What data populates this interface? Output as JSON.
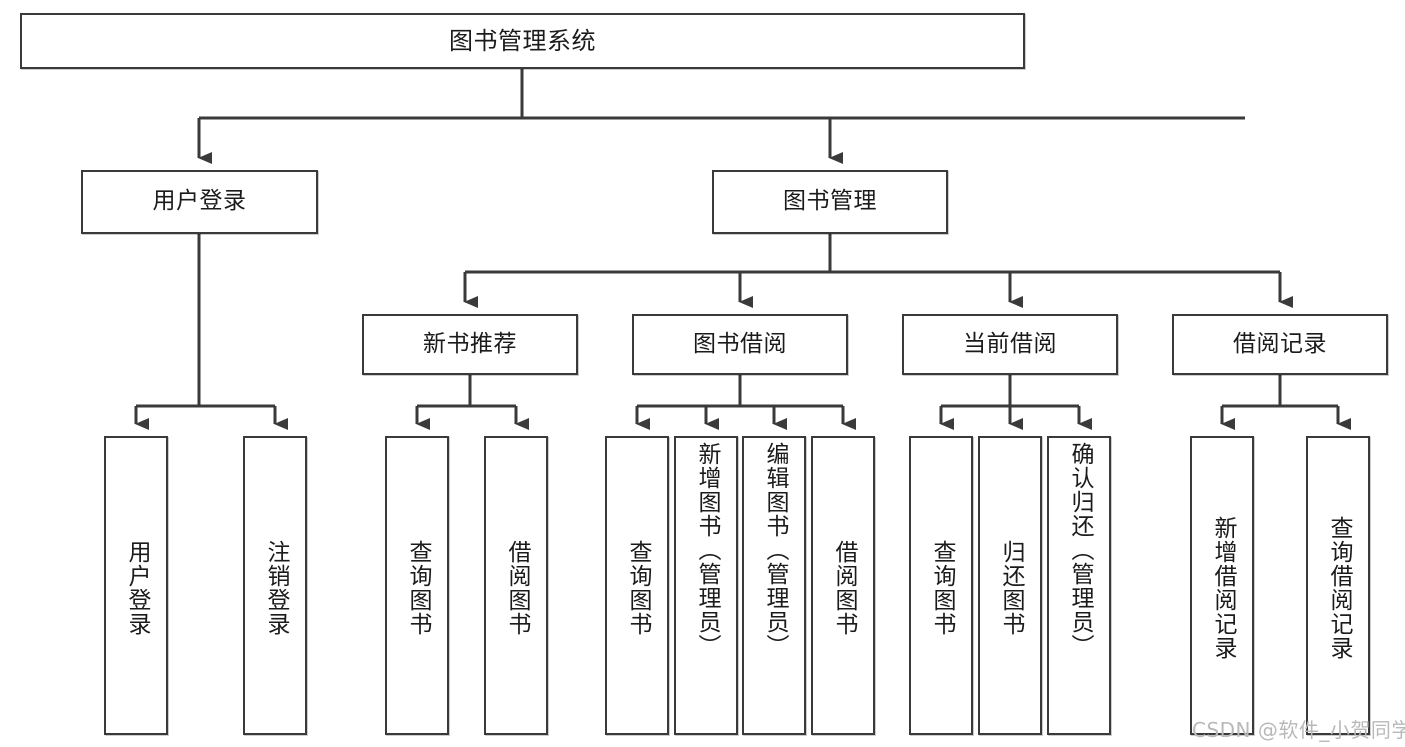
{
  "diagram": {
    "type": "tree-hierarchy-chart",
    "title": "图书管理系统",
    "line_color": "#3a3a3a",
    "box_fill": "#ffffff",
    "text_color": "#1b1b1b",
    "levels": [
      {
        "level": 1,
        "nodes": [
          {
            "id": "root",
            "label": "图书管理系统",
            "orientation": "horizontal"
          }
        ]
      },
      {
        "level": 2,
        "nodes": [
          {
            "id": "login",
            "label": "用户登录",
            "orientation": "horizontal",
            "parent": "root"
          },
          {
            "id": "bookmgmt",
            "label": "图书管理",
            "orientation": "horizontal",
            "parent": "root"
          }
        ]
      },
      {
        "level": 3,
        "nodes": [
          {
            "id": "newbook",
            "label": "新书推荐",
            "orientation": "horizontal",
            "parent": "bookmgmt"
          },
          {
            "id": "borrow",
            "label": "图书借阅",
            "orientation": "horizontal",
            "parent": "bookmgmt"
          },
          {
            "id": "current",
            "label": "当前借阅",
            "orientation": "horizontal",
            "parent": "bookmgmt"
          },
          {
            "id": "records",
            "label": "借阅记录",
            "orientation": "horizontal",
            "parent": "bookmgmt"
          }
        ]
      },
      {
        "level": 4,
        "nodes": [
          {
            "id": "leaf-1",
            "label": "用户登录",
            "orientation": "vertical",
            "parent": "login"
          },
          {
            "id": "leaf-2",
            "label": "注销登录",
            "orientation": "vertical",
            "parent": "login"
          },
          {
            "id": "leaf-3",
            "label": "查询图书",
            "orientation": "vertical",
            "parent": "newbook"
          },
          {
            "id": "leaf-4",
            "label": "借阅图书",
            "orientation": "vertical",
            "parent": "newbook"
          },
          {
            "id": "leaf-5",
            "label": "查询图书",
            "orientation": "vertical",
            "parent": "borrow"
          },
          {
            "id": "leaf-6",
            "label": "新增图书（管理员）",
            "orientation": "vertical",
            "parent": "borrow"
          },
          {
            "id": "leaf-7",
            "label": "编辑图书（管理员）",
            "orientation": "vertical",
            "parent": "borrow"
          },
          {
            "id": "leaf-8",
            "label": "借阅图书",
            "orientation": "vertical",
            "parent": "borrow"
          },
          {
            "id": "leaf-9",
            "label": "查询图书",
            "orientation": "vertical",
            "parent": "current"
          },
          {
            "id": "leaf-10",
            "label": "归还图书",
            "orientation": "vertical",
            "parent": "current"
          },
          {
            "id": "leaf-11",
            "label": "确认归还（管理员）",
            "orientation": "vertical",
            "parent": "current"
          },
          {
            "id": "leaf-12",
            "label": "新增借阅记录",
            "orientation": "vertical",
            "parent": "records"
          },
          {
            "id": "leaf-13",
            "label": "查询借阅记录",
            "orientation": "vertical",
            "parent": "records"
          }
        ]
      }
    ]
  },
  "watermark": {
    "text": "CSDN @软件_小贺同学",
    "color": "#b9b9b9"
  }
}
